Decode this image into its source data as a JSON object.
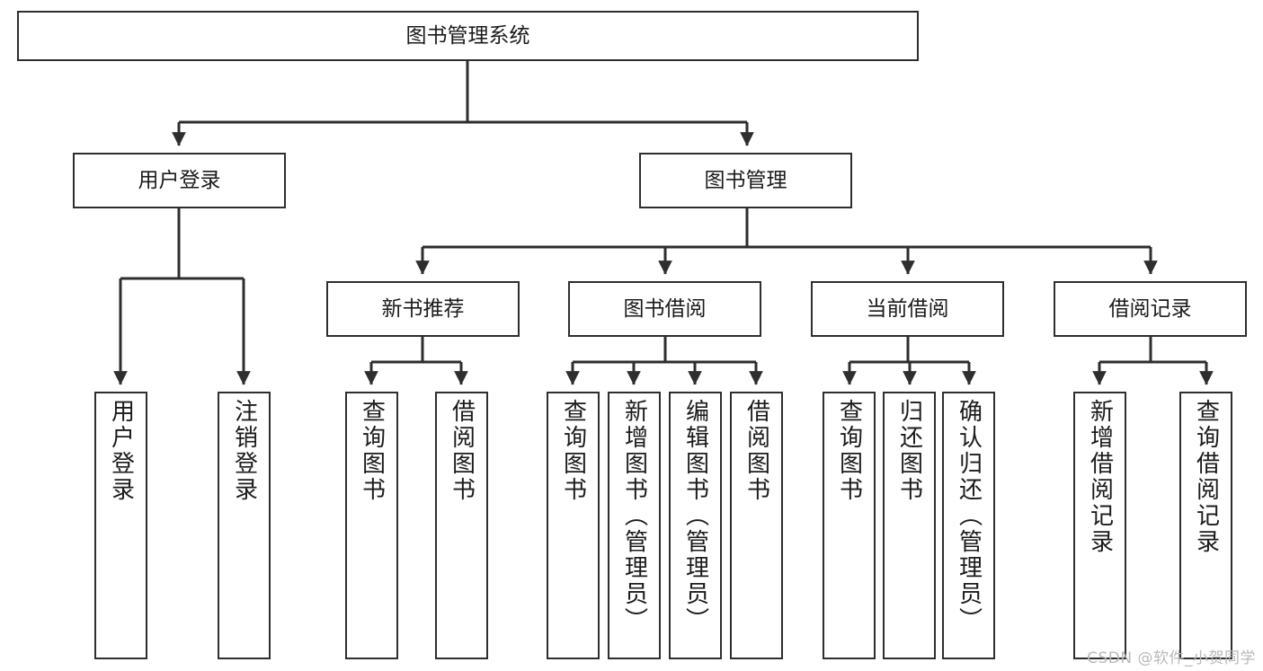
{
  "diagram": {
    "type": "tree",
    "title": "图书管理系统",
    "root": {
      "id": "root",
      "label": "图书管理系统"
    },
    "level2": [
      {
        "id": "user-login",
        "label": "用户登录"
      },
      {
        "id": "book-manage",
        "label": "图书管理"
      }
    ],
    "level3": [
      {
        "id": "new-book-recommend",
        "label": "新书推荐",
        "parent": "book-manage"
      },
      {
        "id": "book-borrow",
        "label": "图书借阅",
        "parent": "book-manage"
      },
      {
        "id": "current-borrow",
        "label": "当前借阅",
        "parent": "book-manage"
      },
      {
        "id": "borrow-record",
        "label": "借阅记录",
        "parent": "book-manage"
      }
    ],
    "leaves": {
      "user_login": [
        {
          "id": "leaf-user-login",
          "label": "用户登录"
        },
        {
          "id": "leaf-user-logout",
          "label": "注销登录"
        }
      ],
      "new_book_recommend": [
        {
          "id": "leaf-query-book-1",
          "label": "查询图书"
        },
        {
          "id": "leaf-borrow-book-1",
          "label": "借阅图书"
        }
      ],
      "book_borrow": [
        {
          "id": "leaf-query-book-2",
          "label": "查询图书"
        },
        {
          "id": "leaf-add-book",
          "label": "新增图书（管理员）"
        },
        {
          "id": "leaf-edit-book",
          "label": "编辑图书（管理员）"
        },
        {
          "id": "leaf-borrow-book-2",
          "label": "借阅图书"
        }
      ],
      "current_borrow": [
        {
          "id": "leaf-query-book-3",
          "label": "查询图书"
        },
        {
          "id": "leaf-return-book",
          "label": "归还图书"
        },
        {
          "id": "leaf-confirm-return",
          "label": "确认归还（管理员）"
        }
      ],
      "borrow_record": [
        {
          "id": "leaf-add-record",
          "label": "新增借阅记录"
        },
        {
          "id": "leaf-query-record",
          "label": "查询借阅记录"
        }
      ]
    }
  },
  "watermark": {
    "text": "CSDN @软件_小贺同学"
  },
  "colors": {
    "stroke": "#2e2e2e",
    "background": "#ffffff",
    "text": "#1b1b1b",
    "watermark": "#b9b9b9"
  }
}
